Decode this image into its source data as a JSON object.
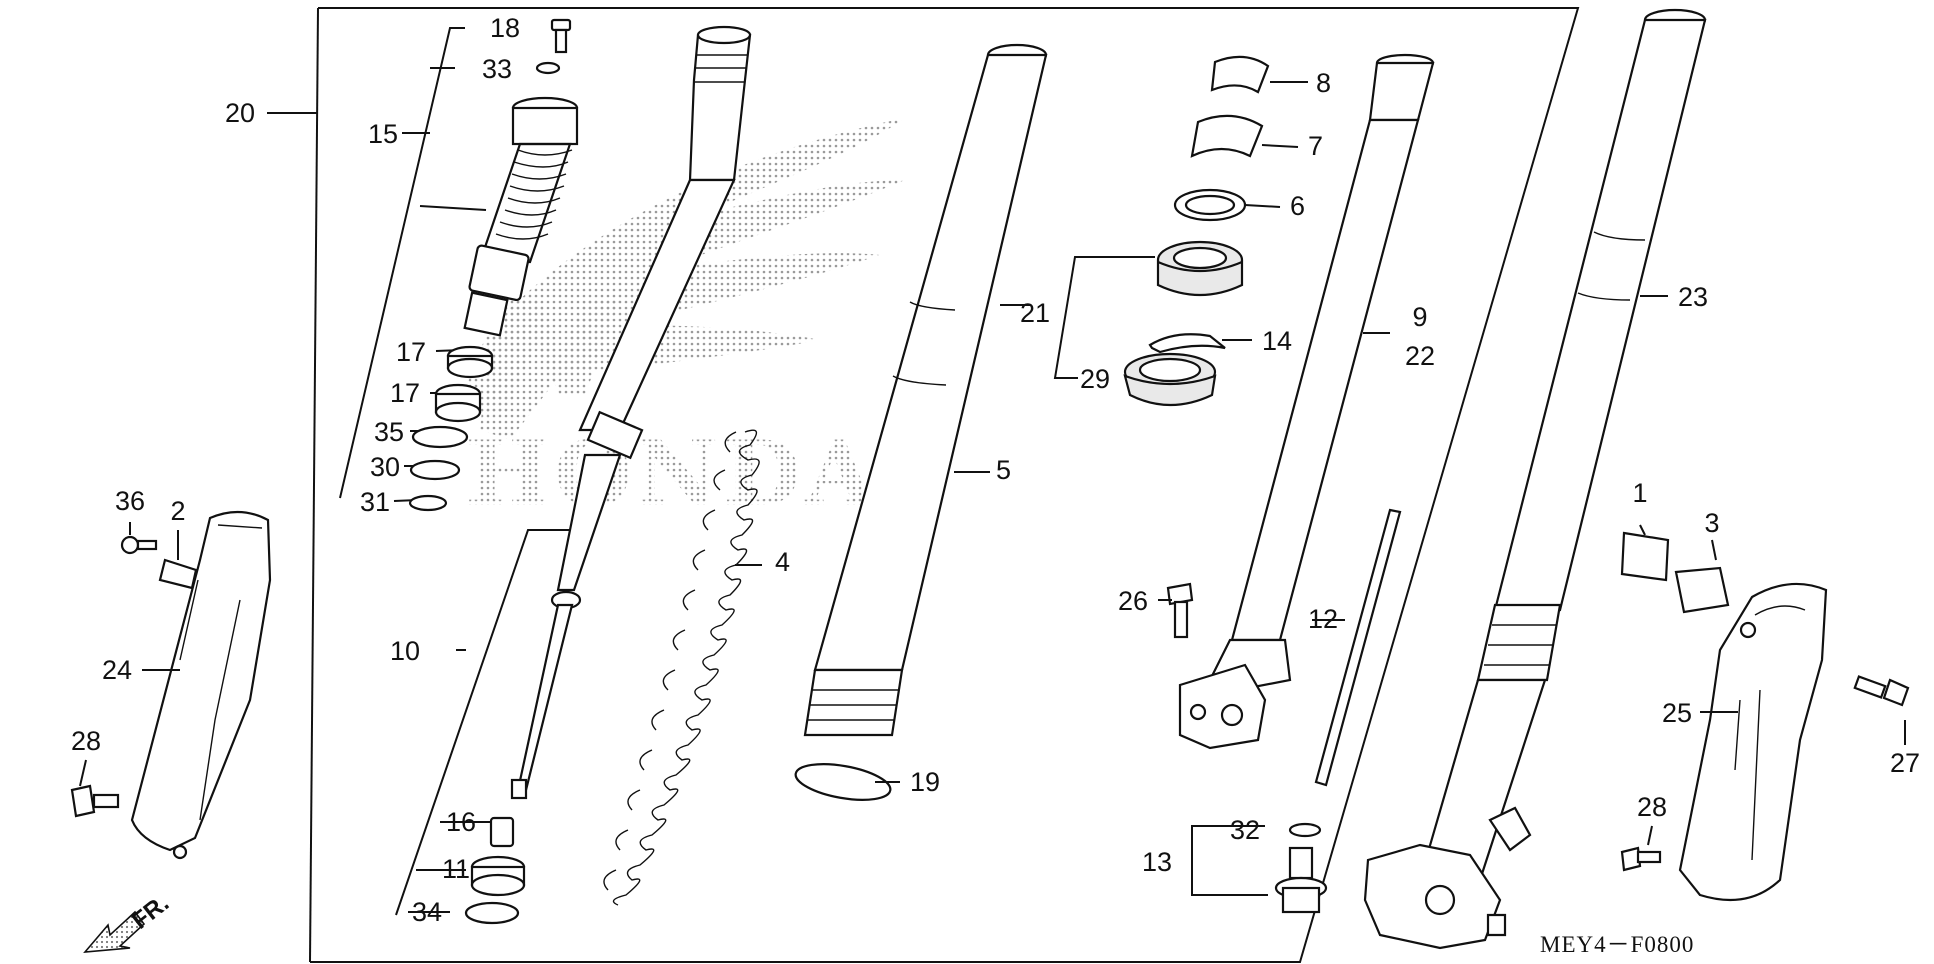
{
  "diagram_code": "MEY4－F0800",
  "direction_label": "FR.",
  "callouts": {
    "c1": "1",
    "c2": "2",
    "c3": "3",
    "c4": "4",
    "c5": "5",
    "c6": "6",
    "c7": "7",
    "c8": "8",
    "c9": "9",
    "c10": "10",
    "c11": "11",
    "c12": "12",
    "c13": "13",
    "c14": "14",
    "c15": "15",
    "c16": "16",
    "c17a": "17",
    "c17b": "17",
    "c18": "18",
    "c19": "19",
    "c20": "20",
    "c21": "21",
    "c22": "22",
    "c23": "23",
    "c24": "24",
    "c25": "25",
    "c26": "26",
    "c27": "27",
    "c28a": "28",
    "c28b": "28",
    "c29": "29",
    "c30": "30",
    "c31": "31",
    "c32": "32",
    "c33": "33",
    "c34": "34",
    "c35": "35",
    "c36": "36"
  },
  "colors": {
    "line": "#111111",
    "background": "#ffffff",
    "watermark_dots": "#9a9a9a"
  },
  "icons": {
    "direction": "arrow-icon",
    "watermark": "wing-logo-icon"
  }
}
